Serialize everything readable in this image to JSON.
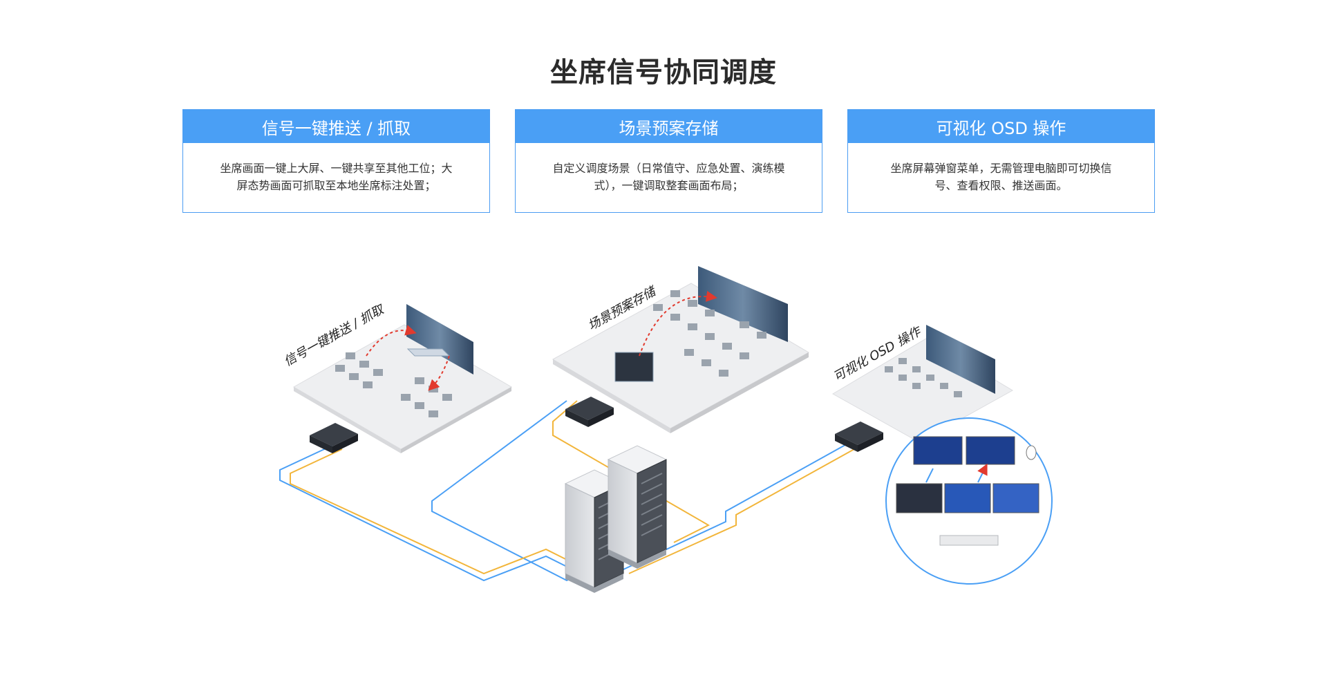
{
  "title": "坐席信号协同调度",
  "cards": [
    {
      "heading": "信号一键推送 / 抓取",
      "body": "坐席画面一键上大屏、一键共享至其他工位；大屏态势画面可抓取至本地坐席标注处置；"
    },
    {
      "heading": "场景预案存储",
      "body": "自定义调度场景（日常值守、应急处置、演练模式），一键调取整套画面布局；"
    },
    {
      "heading": "可视化 OSD 操作",
      "body": "坐席屏幕弹窗菜单，无需管理电脑即可切换信号、查看权限、推送画面。"
    }
  ],
  "diagram": {
    "labels": [
      "信号一键推送 / 抓取",
      "场景预案存储",
      "可视化 OSD 操作"
    ]
  },
  "colors": {
    "accent": "#4a9ff5",
    "cable_blue": "#4a9ff5",
    "cable_orange": "#f2b53a",
    "arrow_red": "#e23a2e"
  }
}
